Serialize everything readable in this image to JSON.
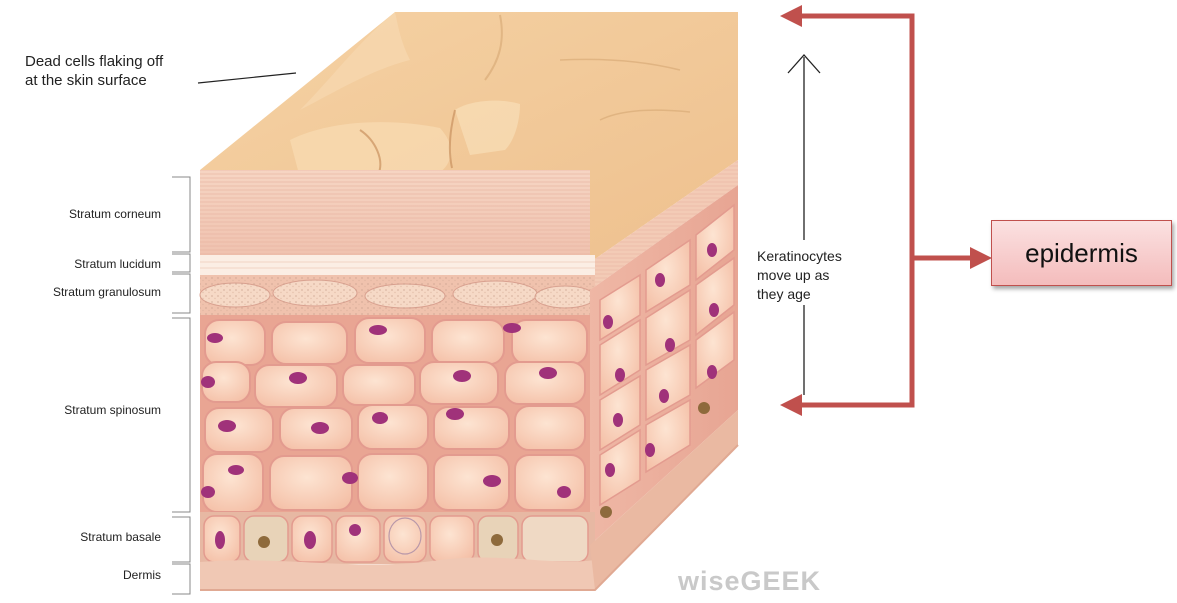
{
  "labels": {
    "dead_cells_line1": "Dead cells flaking off",
    "dead_cells_line2": "at the skin surface",
    "keratinocytes_line1": "Keratinocytes",
    "keratinocytes_line2": "move up as",
    "keratinocytes_line3": "they age",
    "epidermis": "epidermis",
    "watermark": "wiseGEEK"
  },
  "layers": [
    {
      "name": "Stratum corneum"
    },
    {
      "name": "Stratum lucidum"
    },
    {
      "name": "Stratum granulosum"
    },
    {
      "name": "Stratum spinosum"
    },
    {
      "name": "Stratum basale"
    },
    {
      "name": "Dermis"
    }
  ],
  "colors": {
    "arrow": "#c0504d",
    "skin_top": "#f2c99a",
    "cell": "#f9d3bd",
    "cell_border": "#e39b8f",
    "nucleus": "#a0327a",
    "box_fill": "#f6c6c6"
  }
}
